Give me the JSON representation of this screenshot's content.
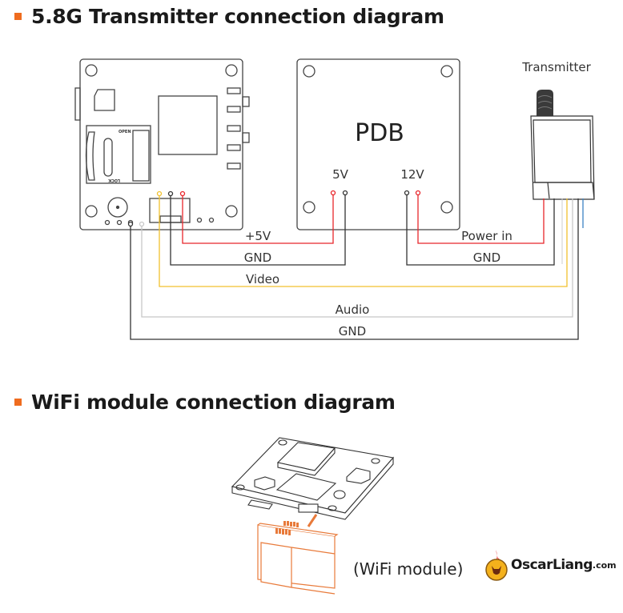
{
  "sections": [
    {
      "title": "5.8G Transmitter connection diagram"
    },
    {
      "title": "WiFi module connection diagram"
    }
  ],
  "colors": {
    "accent": "#ef6c1f",
    "wire_red": "#e8262b",
    "wire_black": "#333333",
    "wire_yellow": "#f2c12e",
    "wire_gray": "#c8c8c8",
    "wire_blue": "#3b82c4",
    "wifi_module": "#e87a3a"
  },
  "transmitter_diagram": {
    "camera_board": {
      "sd_open_label": "OPEN",
      "sd_lock_label": "LOCK"
    },
    "pdb": {
      "label": "PDB",
      "pad_5v_label": "5V",
      "pad_12v_label": "12V"
    },
    "transmitter": {
      "label": "Transmitter"
    },
    "wires": [
      {
        "label": "+5V",
        "color": "red"
      },
      {
        "label": "GND",
        "color": "black"
      },
      {
        "label": "Video",
        "color": "yellow"
      },
      {
        "label": "Audio",
        "color": "gray"
      },
      {
        "label": "GND",
        "color": "black"
      },
      {
        "label": "Power in",
        "color": "red"
      },
      {
        "label": "GND",
        "color": "black"
      }
    ]
  },
  "wifi_diagram": {
    "caption": "(WiFi module)"
  },
  "logo": {
    "brand": "OscarLiang",
    "domain": ".com"
  }
}
